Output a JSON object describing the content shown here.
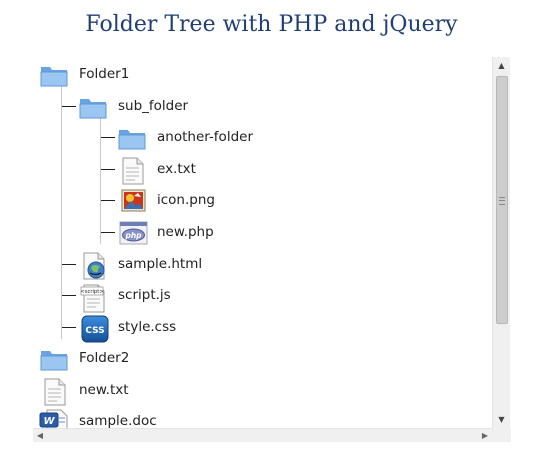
{
  "page": {
    "title": "Folder Tree with PHP and jQuery"
  },
  "tree": {
    "items": [
      {
        "label": "Folder1",
        "icon": "folder-icon"
      },
      {
        "label": "sub_folder",
        "icon": "folder-icon"
      },
      {
        "label": "another-folder",
        "icon": "folder-icon"
      },
      {
        "label": "ex.txt",
        "icon": "text-file-icon"
      },
      {
        "label": "icon.png",
        "icon": "image-file-icon"
      },
      {
        "label": "new.php",
        "icon": "php-file-icon"
      },
      {
        "label": "sample.html",
        "icon": "html-file-icon"
      },
      {
        "label": "script.js",
        "icon": "script-file-icon"
      },
      {
        "label": "style.css",
        "icon": "css-file-icon"
      },
      {
        "label": "Folder2",
        "icon": "folder-icon"
      },
      {
        "label": "new.txt",
        "icon": "text-file-icon"
      },
      {
        "label": "sample.doc",
        "icon": "word-file-icon"
      }
    ]
  },
  "icon_text": {
    "script": "<script>",
    "css": "CSS",
    "php": "php",
    "word": "W"
  },
  "colors": {
    "title": "#1f3f74",
    "folder": "#7fb2ea",
    "tree_line": "#c8c8c8"
  }
}
